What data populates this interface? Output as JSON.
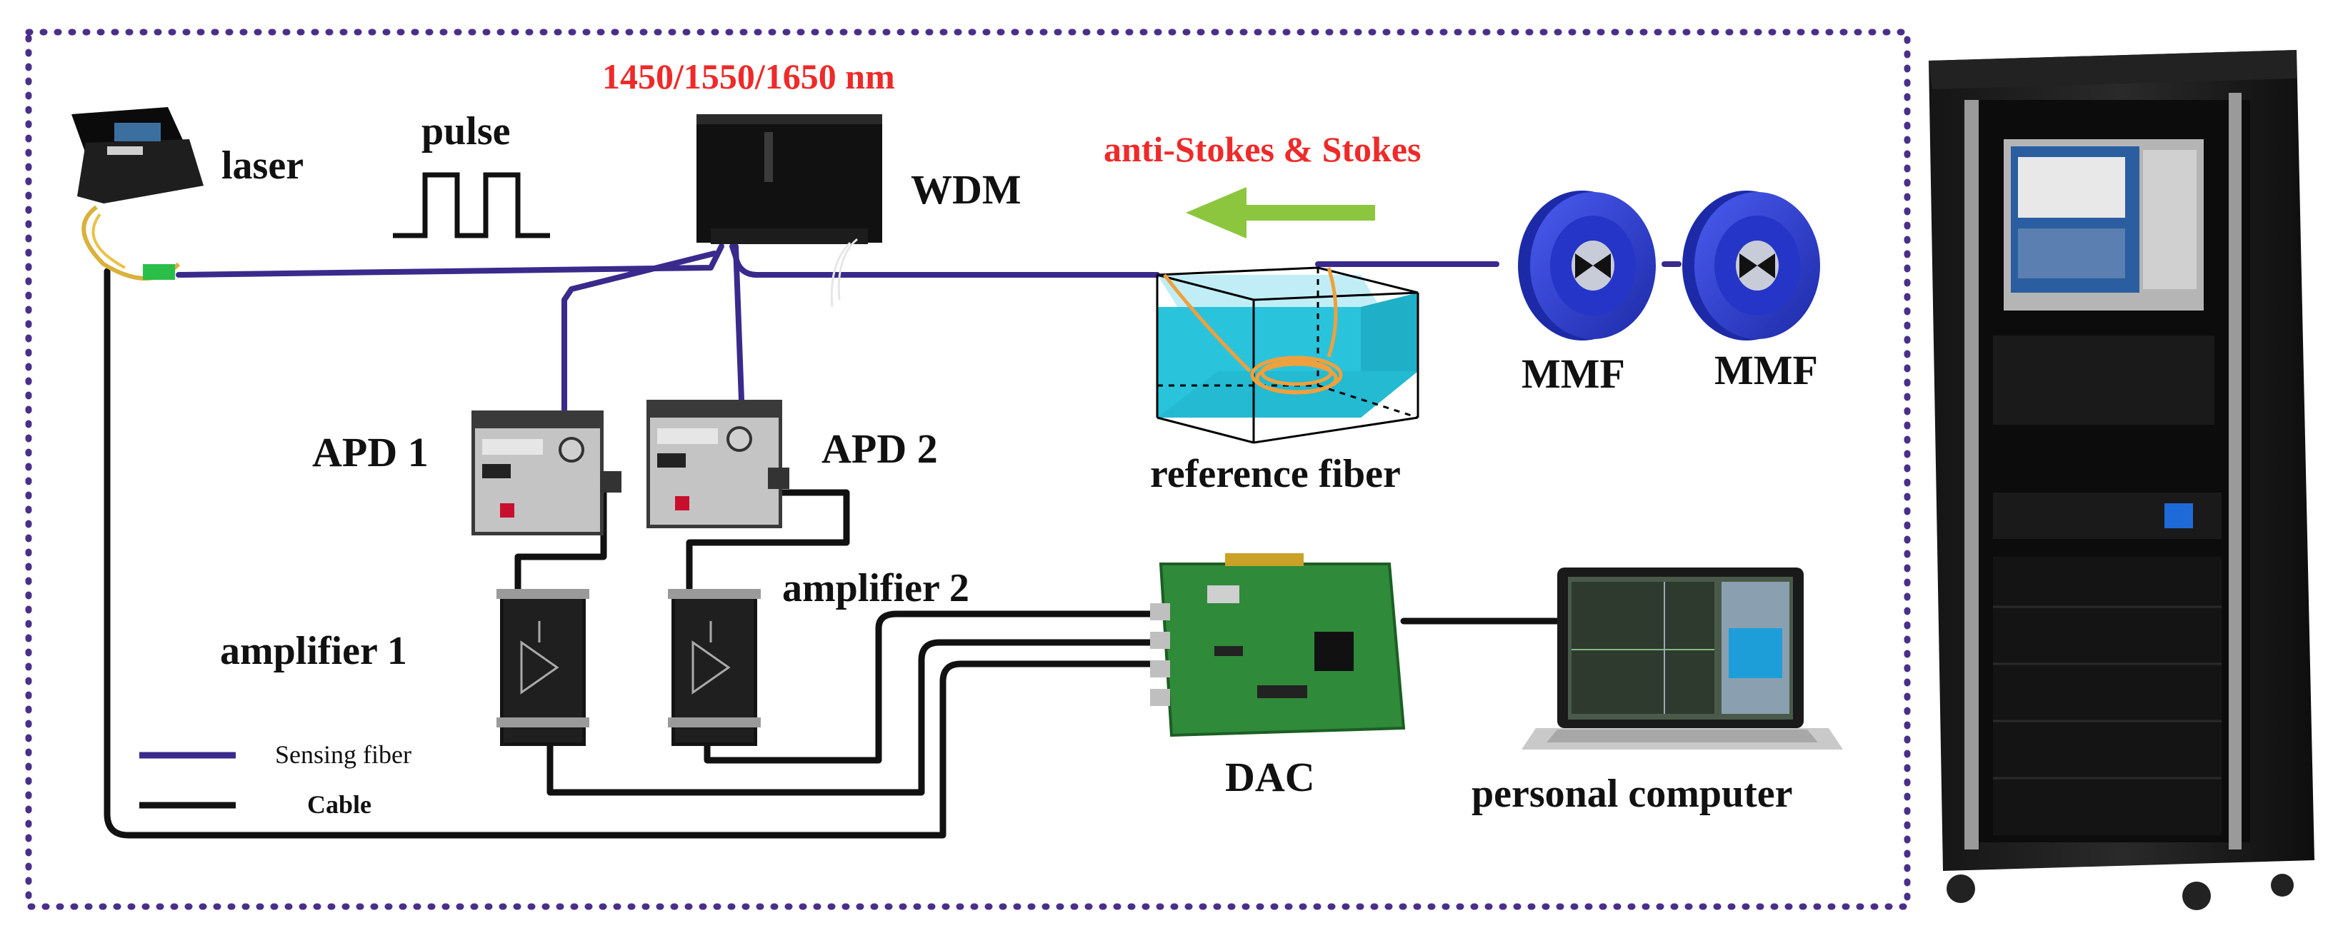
{
  "diagram": {
    "wavelength_label": "1450/1550/1650 nm",
    "laser_label": "laser",
    "pulse_label": "pulse",
    "wdm_label": "WDM",
    "scatter_label": "anti-Stokes & Stokes",
    "mmf_label_1": "MMF",
    "mmf_label_2": "MMF",
    "reference_label": "reference fiber",
    "apd1_label": "APD 1",
    "apd2_label": "APD 2",
    "amp1_label": "amplifier 1",
    "amp2_label": "amplifier 2",
    "dac_label": "DAC",
    "pc_label": "personal computer"
  },
  "legend": {
    "items": [
      {
        "label": "Sensing fiber",
        "color": "#3a2a8c"
      },
      {
        "label": "Cable",
        "color": "#111111"
      }
    ]
  },
  "colors": {
    "sensing_fiber": "#3a2a8c",
    "cable": "#111111",
    "border": "#4a2f8a",
    "highlight_text": "#ee2a2a",
    "arrow": "#8cc63f",
    "water": "#29c4dc",
    "spool": "#2f3fd6"
  }
}
